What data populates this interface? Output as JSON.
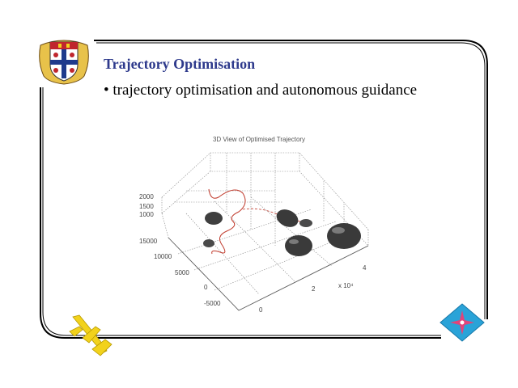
{
  "slide": {
    "title": "Trajectory Optimisation",
    "bullet": "• trajectory optimisation and autonomous guidance"
  },
  "figure": {
    "title": "3D View of Optimised Trajectory",
    "z_ticks": [
      "2000",
      "1500",
      "1000"
    ],
    "y_ticks": [
      "15000",
      "10000",
      "5000",
      "0",
      "-5000"
    ],
    "x_ticks": [
      "0",
      "2",
      "4"
    ],
    "x_exponent": "x 10⁴"
  },
  "colors": {
    "title": "#2e3a8c",
    "trajectory": "#c0392b",
    "obstacle": "#3a3a3a",
    "logo_yellow": "#f2d21c"
  },
  "icons": [
    "university-crest-icon",
    "aircraft-logo-icon",
    "star-diamond-logo-icon"
  ]
}
